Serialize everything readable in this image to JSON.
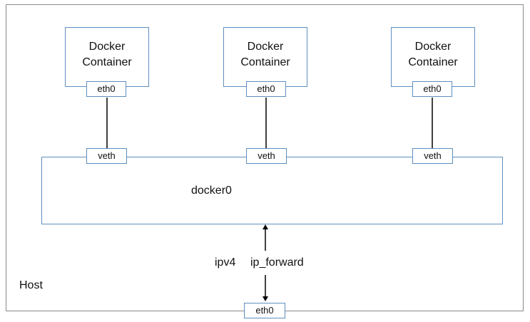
{
  "host": {
    "label": "Host"
  },
  "containers": [
    {
      "title_line1": "Docker",
      "title_line2": "Container",
      "port": "eth0",
      "veth": "veth"
    },
    {
      "title_line1": "Docker",
      "title_line2": "Container",
      "port": "eth0",
      "veth": "veth"
    },
    {
      "title_line1": "Docker",
      "title_line2": "Container",
      "port": "eth0",
      "veth": "veth"
    }
  ],
  "bridge": {
    "label": "docker0"
  },
  "forwarding": {
    "ipv4": "ipv4",
    "ip_forward": "ip_forward"
  },
  "host_port": {
    "label": "eth0"
  }
}
